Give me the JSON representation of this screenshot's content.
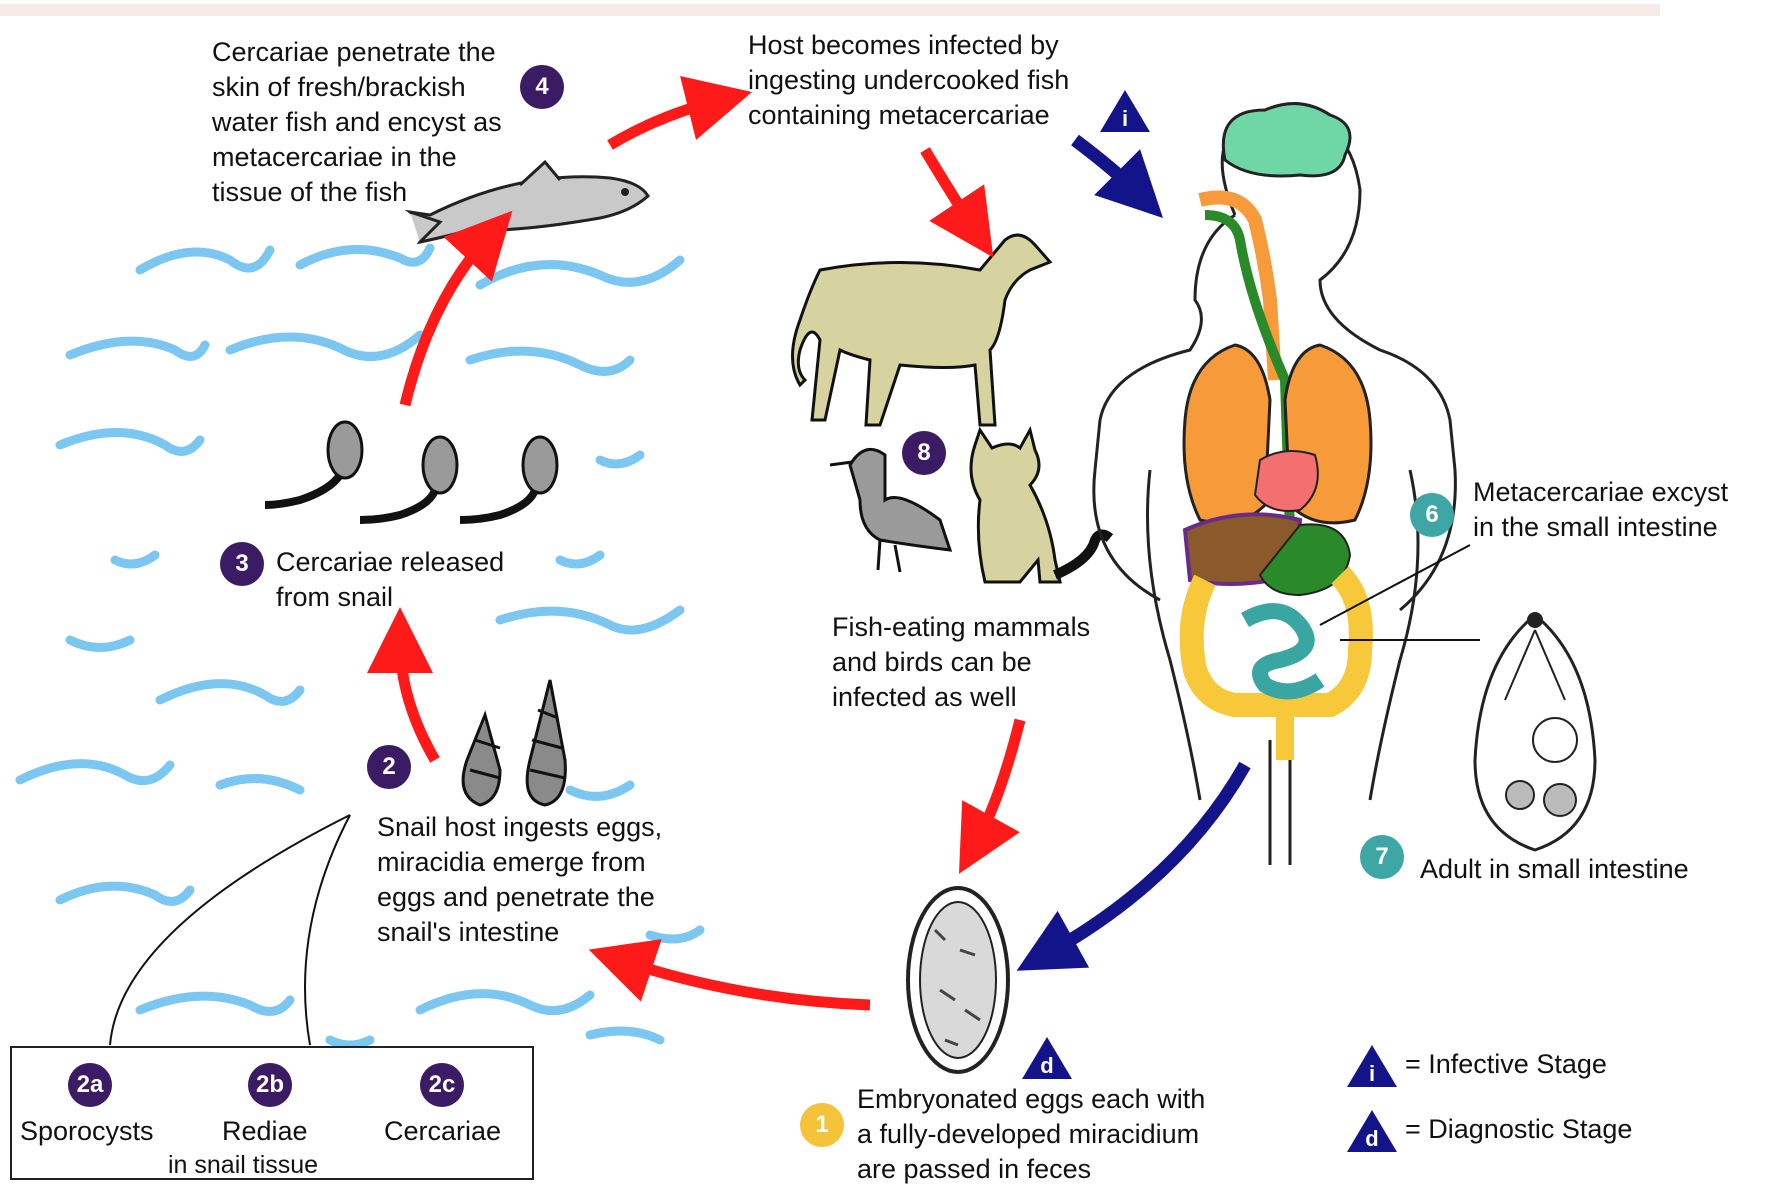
{
  "colors": {
    "red_arrow": "#ff1a1a",
    "blue_arrow": "#14148a",
    "stage_badge": "#3b1b63",
    "host_badge": "#3fa6a6",
    "egg_badge": "#f4c33a",
    "water": "#7cc6f2",
    "brain": "#6fd6a6",
    "organs": "#f79a3a",
    "colon": "#f6c83a",
    "small_intestine": "#3aa6a2",
    "heart": "#f46f6f",
    "animal": "#d6d3a0"
  },
  "stages": {
    "s1": {
      "badge": "1",
      "lines": [
        "Embryonated eggs each with",
        "a fully-developed miracidium",
        "are passed in feces"
      ]
    },
    "s2": {
      "badge": "2",
      "lines": [
        "Snail host ingests eggs,",
        "miracidia emerge from",
        "eggs and penetrate the",
        "snail's intestine"
      ]
    },
    "s3": {
      "badge": "3",
      "lines": [
        "Cercariae released",
        "from snail"
      ]
    },
    "s4": {
      "badge": "4",
      "lines": [
        "Cercariae penetrate the",
        "skin of fresh/brackish",
        "water fish and encyst as",
        "metacercariae in the",
        "tissue of the fish"
      ]
    },
    "host": {
      "lines": [
        "Host becomes infected by",
        "ingesting undercooked fish",
        "containing metacercariae"
      ]
    },
    "s6": {
      "badge": "6",
      "lines": [
        "Metacercariae excyst",
        "in the small intestine"
      ]
    },
    "s7": {
      "badge": "7",
      "lines": [
        "Adult in small intestine"
      ]
    },
    "s8": {
      "badge": "8",
      "lines": [
        "Fish-eating mammals",
        "and birds can be",
        "infected as well"
      ]
    }
  },
  "snail_box": {
    "items": [
      {
        "badge": "2a",
        "label": "Sporocysts"
      },
      {
        "badge": "2b",
        "label": "Rediae"
      },
      {
        "badge": "2c",
        "label": "Cercariae"
      }
    ],
    "caption": "in snail tissue"
  },
  "legend": {
    "infective": {
      "symbol": "i",
      "label": "= Infective Stage"
    },
    "diagnostic": {
      "symbol": "d",
      "label": "= Diagnostic Stage"
    }
  }
}
